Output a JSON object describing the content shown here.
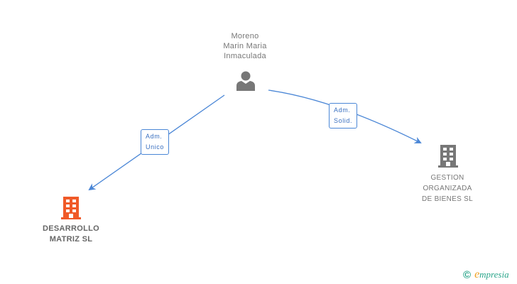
{
  "colors": {
    "edge": "#4a86d6",
    "person_icon": "#777777",
    "company_main": "#f05a28",
    "company_other": "#777777",
    "brand": "#2aa58a",
    "brand_e": "#f0a020"
  },
  "nodes": {
    "person": {
      "lines": [
        "Moreno",
        "Marin Maria",
        "Inmaculada"
      ],
      "icon": "person-icon"
    },
    "company_main": {
      "lines": [
        "DESARROLLO",
        "MATRIZ SL"
      ],
      "icon": "building-icon"
    },
    "company_other": {
      "lines": [
        "GESTION",
        "ORGANIZADA",
        "DE BIENES SL"
      ],
      "icon": "building-icon"
    }
  },
  "edges": [
    {
      "from": "person",
      "to": "company_main",
      "label_lines": [
        "Adm.",
        "Unico"
      ]
    },
    {
      "from": "person",
      "to": "company_other",
      "label_lines": [
        "Adm.",
        "Solid."
      ]
    }
  ],
  "footer": {
    "copyright_symbol": "©",
    "brand_first": "e",
    "brand_rest": "mpresia"
  }
}
